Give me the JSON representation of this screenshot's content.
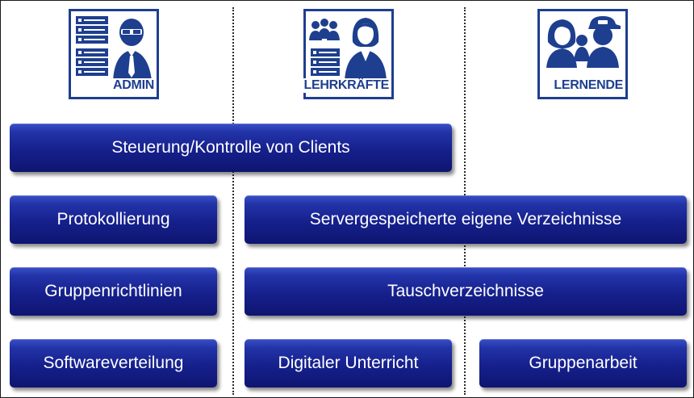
{
  "roles": {
    "admin": {
      "label": "ADMIN"
    },
    "teachers": {
      "label": "LEHRKRÄFTE"
    },
    "learners": {
      "label": "LERNENDE"
    }
  },
  "features": {
    "client_control": "Steuerung/Kontrolle von Clients",
    "logging": "Protokollierung",
    "server_dirs": "Servergespeicherte eigene Verzeichnisse",
    "group_policies": "Gruppenrichtlinien",
    "exchange_dirs": "Tauschverzeichnisse",
    "software_distribution": "Softwareverteilung",
    "digital_teaching": "Digitaler Unterricht",
    "group_work": "Gruppenarbeit"
  },
  "colors": {
    "icon_blue": "#1e3f8f",
    "box_dark": "#16208c",
    "box_light": "#3a4fc6"
  }
}
